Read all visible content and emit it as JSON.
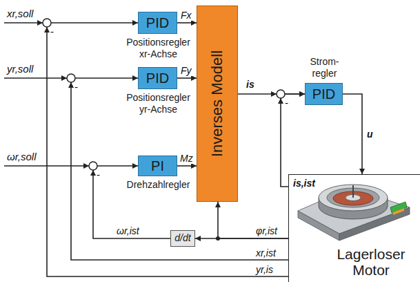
{
  "diagram": {
    "nodes": [
      {
        "text": [
          "PID",
          "Positionsregler xr-Achse"
        ]
      },
      {
        "text": [
          "PID",
          "Positionsregler yr-Achse"
        ]
      },
      {
        "text": [
          "PI",
          "Drehzahlregler"
        ]
      },
      {
        "text": [
          "Inverses Modell"
        ]
      },
      {
        "text": [
          "PID",
          "Strom- regler"
        ]
      },
      {
        "text": [
          "d/dt"
        ]
      },
      {
        "text": [
          "Lagerloser Motor"
        ]
      }
    ],
    "edges": [
      {
        "from": 0,
        "to": 3,
        "arrow": "to",
        "label": "Fx"
      },
      {
        "from": 1,
        "to": 3,
        "arrow": "to",
        "label": "Fy"
      },
      {
        "from": 2,
        "to": 3,
        "arrow": "to",
        "label": "Mz"
      },
      {
        "from": 3,
        "to": 4,
        "arrow": "to",
        "label": "is"
      },
      {
        "from": 4,
        "to": 6,
        "arrow": "to",
        "label": "u"
      },
      {
        "from": 6,
        "to": 4,
        "arrow": "to",
        "label": "is,ist"
      },
      {
        "from": 6,
        "to": 5,
        "arrow": "to",
        "label": "φr,ist"
      },
      {
        "from": 6,
        "to": 3,
        "arrow": "to"
      },
      {
        "from": 5,
        "to": 2,
        "arrow": "to",
        "label": "ωr,ist"
      },
      {
        "from": 6,
        "to": 1,
        "arrow": "to",
        "label": "xr,ist"
      },
      {
        "from": 6,
        "to": 0,
        "arrow": "to",
        "label": "yr,is"
      }
    ],
    "labels": [
      "xr,soll",
      "yr,soll",
      "ωr,soll",
      "-",
      "-",
      "-",
      "-"
    ]
  }
}
